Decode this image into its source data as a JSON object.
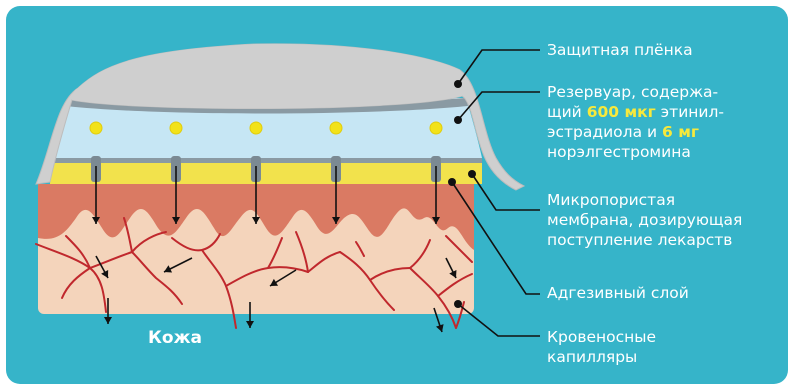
{
  "labels": {
    "protective_film": "Защитная плёнка",
    "reservoir": {
      "line1": "Резервуар, содержа-",
      "line2_prefix": "щий ",
      "dose1": "600 мкг",
      "line2_suffix": " этинил-",
      "line3_prefix": "эстрадиола и ",
      "dose2": "6 мг",
      "line4": "норэлгестромина"
    },
    "membrane": {
      "line1": "Микропористая",
      "line2": "мембрана, дозирующая",
      "line3": "поступление лекарств"
    },
    "adhesive": "Адгезивный слой",
    "capillaries": {
      "line1": "Кровеносные",
      "line2": "капилляры"
    },
    "skin": "Кожа"
  },
  "colors": {
    "background": "#36b4c9",
    "film": "#c8c8c8",
    "reservoir": "#c6e6f4",
    "adhesive": "#f2e24c",
    "dermis": "#da7a63",
    "epidermis": "#f4d4bb",
    "capillary": "#c0282d",
    "drug_dot": "#f2e219"
  }
}
